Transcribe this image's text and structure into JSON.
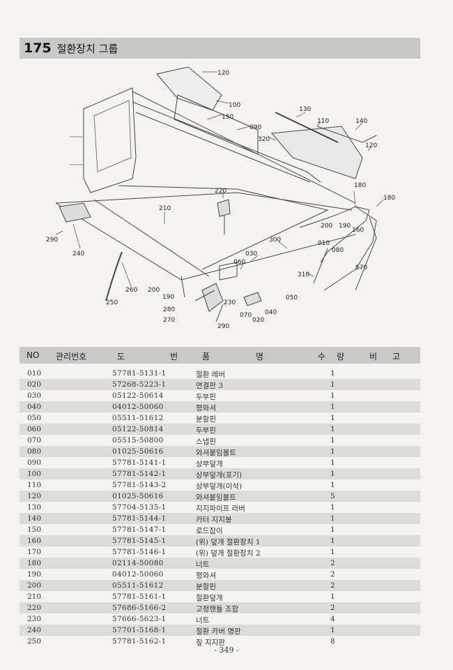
{
  "header": {
    "number": "175",
    "title": "절환장치 그룹"
  },
  "diagram": {
    "callouts": [
      "120",
      "100",
      "150",
      "090",
      "130",
      "110",
      "140",
      "320",
      "120",
      "220",
      "210",
      "180",
      "180",
      "200",
      "190",
      "160",
      "290",
      "300",
      "010",
      "080",
      "240",
      "030",
      "060",
      "170",
      "310",
      "200",
      "260",
      "190",
      "230",
      "050",
      "250",
      "280",
      "070",
      "040",
      "020",
      "270",
      "290"
    ]
  },
  "table": {
    "headers": {
      "no": "NO",
      "mgmt": "관리번호",
      "do": "도",
      "beon": "번",
      "pum": "품",
      "myeong": "명",
      "su": "수",
      "ryang": "량",
      "bi": "비",
      "go": "고"
    },
    "rows": [
      {
        "no": "010",
        "part": "57781-5131-1",
        "name": "절환 레버",
        "qty": "1"
      },
      {
        "no": "020",
        "part": "57268-5223-1",
        "name": "연결판 3",
        "qty": "1"
      },
      {
        "no": "030",
        "part": "05122-50614",
        "name": "두부핀",
        "qty": "1"
      },
      {
        "no": "040",
        "part": "04012-50060",
        "name": "평와셔",
        "qty": "1"
      },
      {
        "no": "050",
        "part": "05511-51612",
        "name": "분할핀",
        "qty": "1"
      },
      {
        "no": "060",
        "part": "05122-50814",
        "name": "두부핀",
        "qty": "1"
      },
      {
        "no": "070",
        "part": "05515-50800",
        "name": "스냅핀",
        "qty": "1"
      },
      {
        "no": "080",
        "part": "01025-50616",
        "name": "와셔붙임볼트",
        "qty": "1"
      },
      {
        "no": "090",
        "part": "57781-5141-1",
        "name": "상부덮개",
        "qty": "1"
      },
      {
        "no": "100",
        "part": "57781-5142-1",
        "name": "상부덮개(포기)",
        "qty": "1"
      },
      {
        "no": "110",
        "part": "57781-5143-2",
        "name": "상부덮개(이삭)",
        "qty": "1"
      },
      {
        "no": "120",
        "part": "01025-50616",
        "name": "와셔붙임볼트",
        "qty": "5"
      },
      {
        "no": "130",
        "part": "57704-5135-1",
        "name": "지지파이프 라버",
        "qty": "1"
      },
      {
        "no": "140",
        "part": "57781-5144-1",
        "name": "카터 지지봉",
        "qty": "1"
      },
      {
        "no": "150",
        "part": "57781-5147-1",
        "name": "로드잡이",
        "qty": "1"
      },
      {
        "no": "160",
        "part": "57781-5145-1",
        "name": "(위) 덮개 절환장치 1",
        "qty": "1"
      },
      {
        "no": "170",
        "part": "57781-5146-1",
        "name": "(위) 덮개 절환장치 2",
        "qty": "1"
      },
      {
        "no": "180",
        "part": "02114-50080",
        "name": "너트",
        "qty": "2"
      },
      {
        "no": "190",
        "part": "04012-50060",
        "name": "평와셔",
        "qty": "2"
      },
      {
        "no": "200",
        "part": "05511-51612",
        "name": "분할핀",
        "qty": "2"
      },
      {
        "no": "210",
        "part": "57781-5161-1",
        "name": "절환덮개",
        "qty": "1"
      },
      {
        "no": "220",
        "part": "57686-5166-2",
        "name": "고정핸들 조합",
        "qty": "2"
      },
      {
        "no": "230",
        "part": "57666-5623-1",
        "name": "너트",
        "qty": "4"
      },
      {
        "no": "240",
        "part": "57701-5168-1",
        "name": "절환 카버 명판",
        "qty": "1"
      },
      {
        "no": "250",
        "part": "57781-5162-1",
        "name": "짚 지지판",
        "qty": "8"
      }
    ]
  },
  "footer": {
    "page": "- 349 -"
  }
}
